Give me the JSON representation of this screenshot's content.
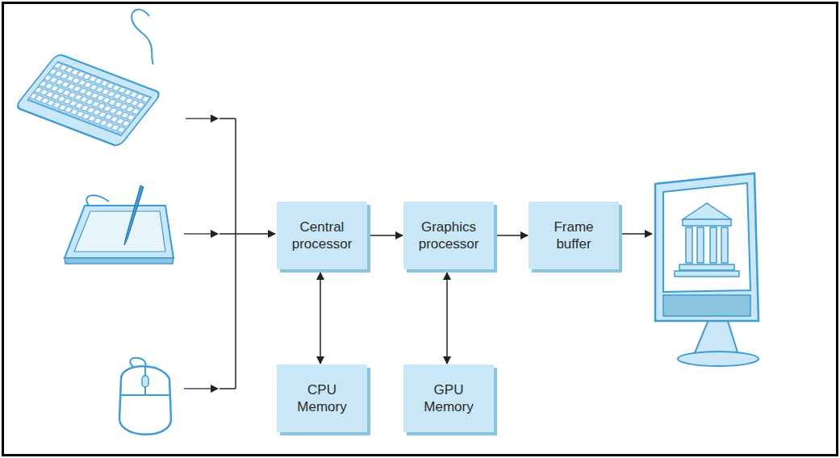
{
  "diagram": {
    "nodes": [
      {
        "text": [
          "Central processor"
        ]
      },
      {
        "text": [
          "Graphics processor"
        ]
      },
      {
        "text": [
          "Frame buffer"
        ]
      },
      {
        "text": [
          "CPU Memory"
        ]
      },
      {
        "text": [
          "GPU Memory"
        ]
      }
    ],
    "edges": [
      {
        "from": 0,
        "to": 1,
        "arrow": "to"
      },
      {
        "from": 1,
        "to": 2,
        "arrow": "to"
      },
      {
        "from": 0,
        "to": 3,
        "arrow": "both"
      },
      {
        "from": 1,
        "to": 4,
        "arrow": "both"
      }
    ]
  }
}
